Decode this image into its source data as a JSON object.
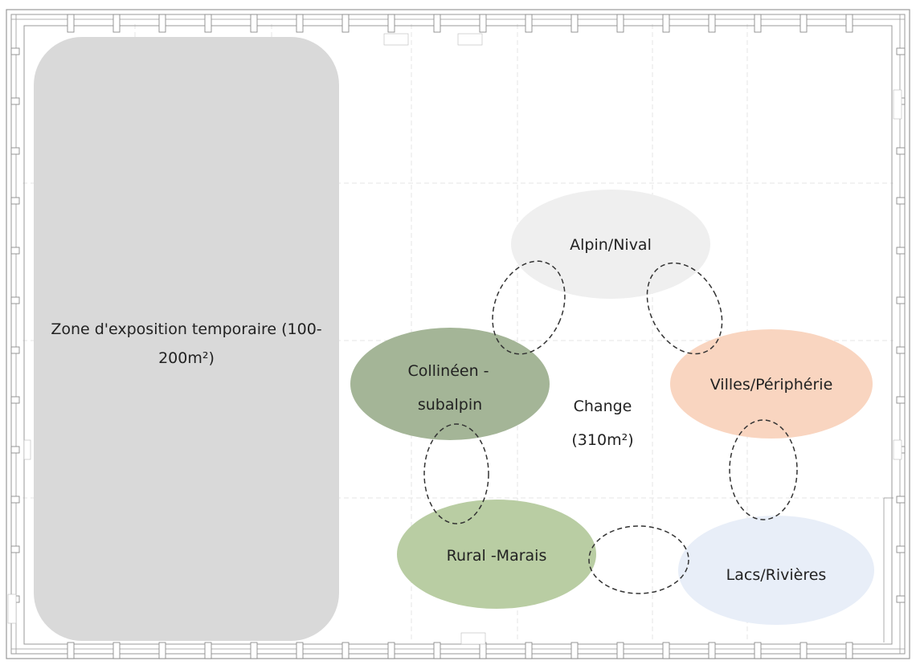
{
  "plan": {
    "temporary_zone": {
      "line1": "Zone d'exposition temporaire (100-",
      "line2": "200m²)",
      "color": "#d9d9d9"
    },
    "center": {
      "line1": "Change",
      "line2": "(310m²)"
    },
    "biomes": [
      {
        "key": "alpin",
        "line1": "Alpin/Nival",
        "line2": "",
        "color": "#efefef"
      },
      {
        "key": "villes",
        "line1": "Villes/Périphérie",
        "line2": "",
        "color": "#f9d5c0"
      },
      {
        "key": "lacs",
        "line1": "Lacs/Rivières",
        "line2": "",
        "color": "#e8eef8"
      },
      {
        "key": "rural",
        "line1": "Rural -Marais",
        "line2": "",
        "color": "#b9cda3"
      },
      {
        "key": "collineen",
        "line1": "Collinéen -",
        "line2": "subalpin",
        "color": "#a4b597"
      }
    ],
    "connector_count": 5
  }
}
